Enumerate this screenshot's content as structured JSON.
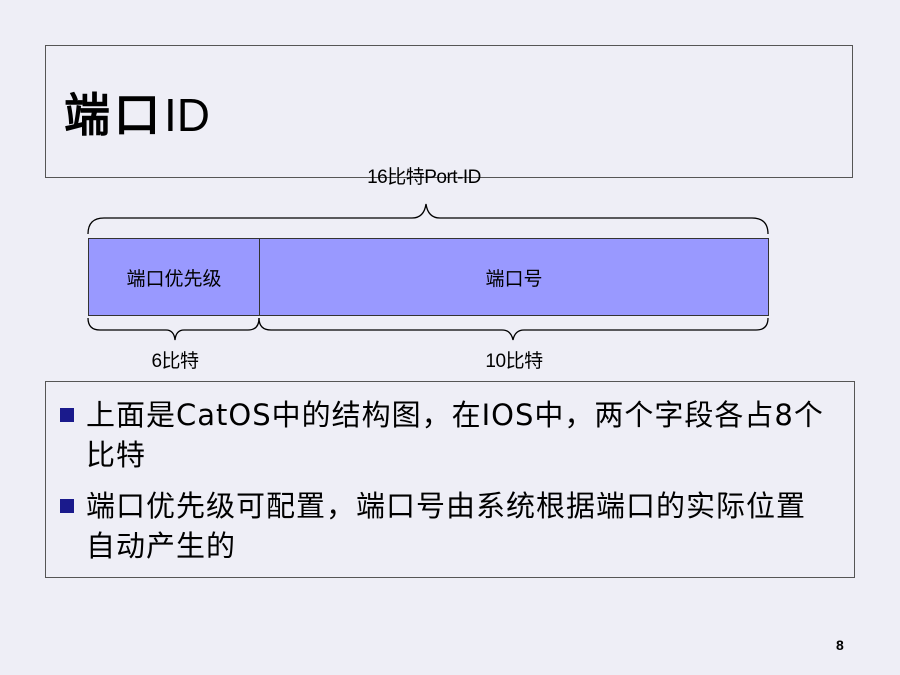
{
  "title": {
    "cjk": "端口",
    "latin": "ID"
  },
  "diagram": {
    "total_label": "16比特Port-ID",
    "fields": [
      {
        "label": "端口优先级",
        "bits_label": "6比特"
      },
      {
        "label": "端口号",
        "bits_label": "10比特"
      }
    ],
    "field_color": "#9999ff"
  },
  "bullets": [
    {
      "text": "上面是CatOS中的结构图，在IOS中，两个字段各占8个比特"
    },
    {
      "text": "端口优先级可配置，端口号由系统根据端口的实际位置自动产生的"
    }
  ],
  "bullet_color": "#1a1a8c",
  "page_number": "8"
}
